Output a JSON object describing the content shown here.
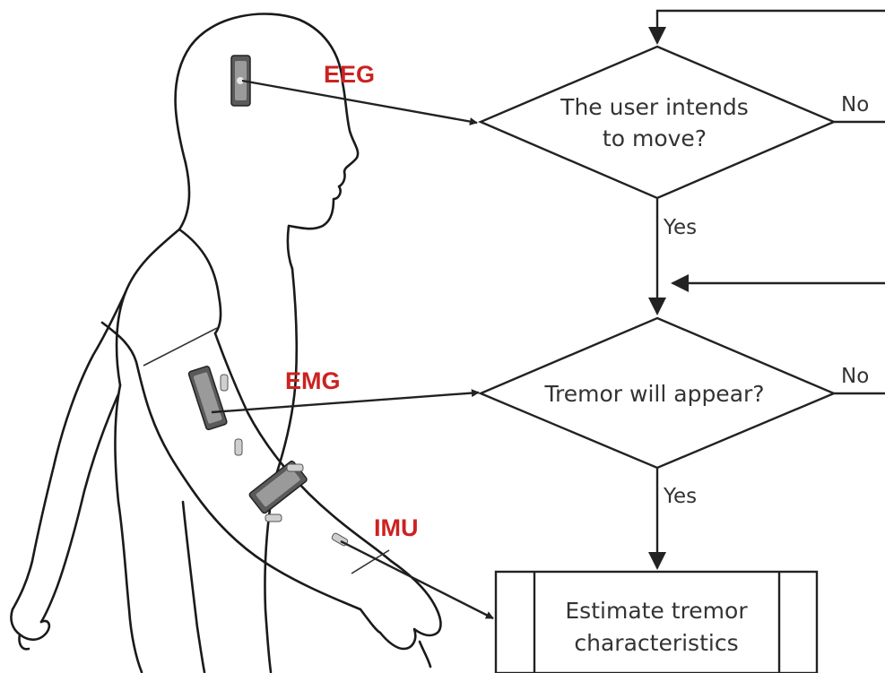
{
  "sensors": {
    "eeg": "EEG",
    "emg": "EMG",
    "imu": "IMU",
    "label_color": "#cc2222"
  },
  "flowchart": {
    "decision_intent": {
      "line1": "The user intends",
      "line2": "to move?",
      "no_label": "No",
      "yes_label": "Yes"
    },
    "decision_tremor": {
      "line1": "Tremor will appear?",
      "no_label": "No",
      "yes_label": "Yes"
    },
    "process_estimate": {
      "line1": "Estimate tremor",
      "line2": "characteristics"
    }
  },
  "icons": {
    "body": "human-body-outline-icon",
    "electrode": "electrode-patch-icon"
  }
}
